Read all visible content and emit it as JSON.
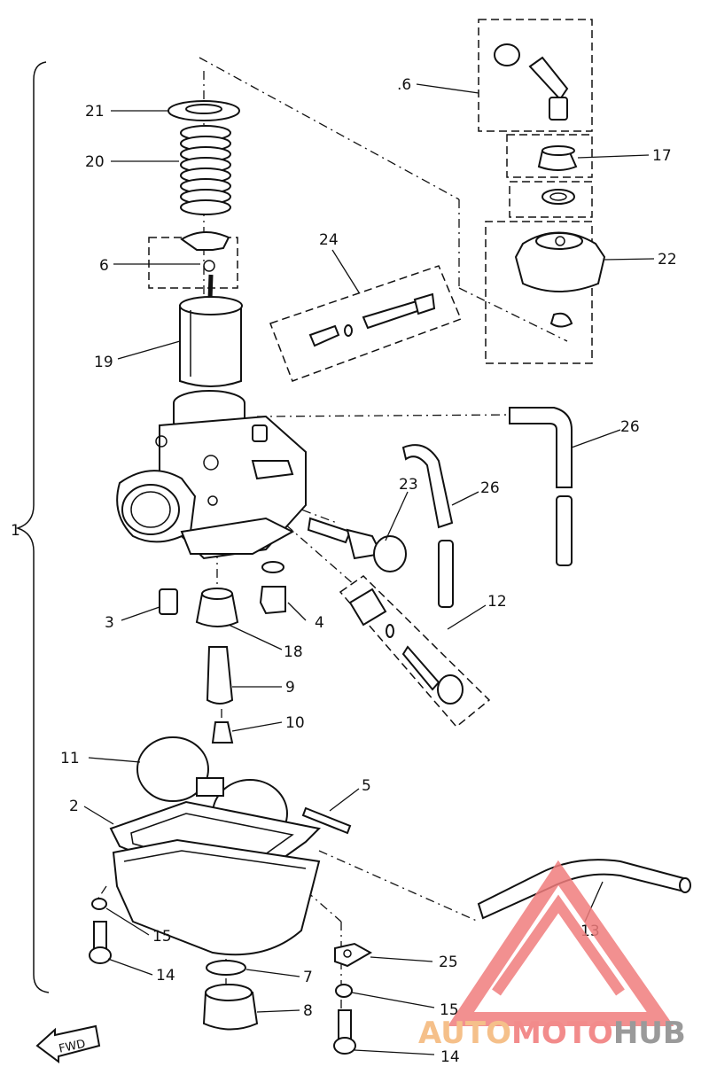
{
  "diagram": {
    "labels": {
      "p1": "1",
      "p2": "2",
      "p3": "3",
      "p4": "4",
      "p5": "5",
      "p6": "6",
      "p7": "7",
      "p8": "8",
      "p9": "9",
      "p10": "10",
      "p11": "11",
      "p12": "12",
      "p13": "13",
      "p14a": "14",
      "p14b": "14",
      "p15a": "15",
      "p15b": "15",
      "p16": ".6",
      "p17": "17",
      "p18": "18",
      "p19": "19",
      "p20": "20",
      "p21": "21",
      "p22": "22",
      "p23": "23",
      "p24": "24",
      "p25": "25",
      "p26a": "26",
      "p26b": "26"
    },
    "fwd_label": "FWD"
  },
  "watermark": {
    "part1": "AUTO",
    "part2": "MOTO",
    "part3": "HUB",
    "colors": {
      "auto": "#f5c08a",
      "moto": "#f28b8b",
      "hub": "#9a9a9a",
      "logo": "#f07d7d"
    }
  }
}
